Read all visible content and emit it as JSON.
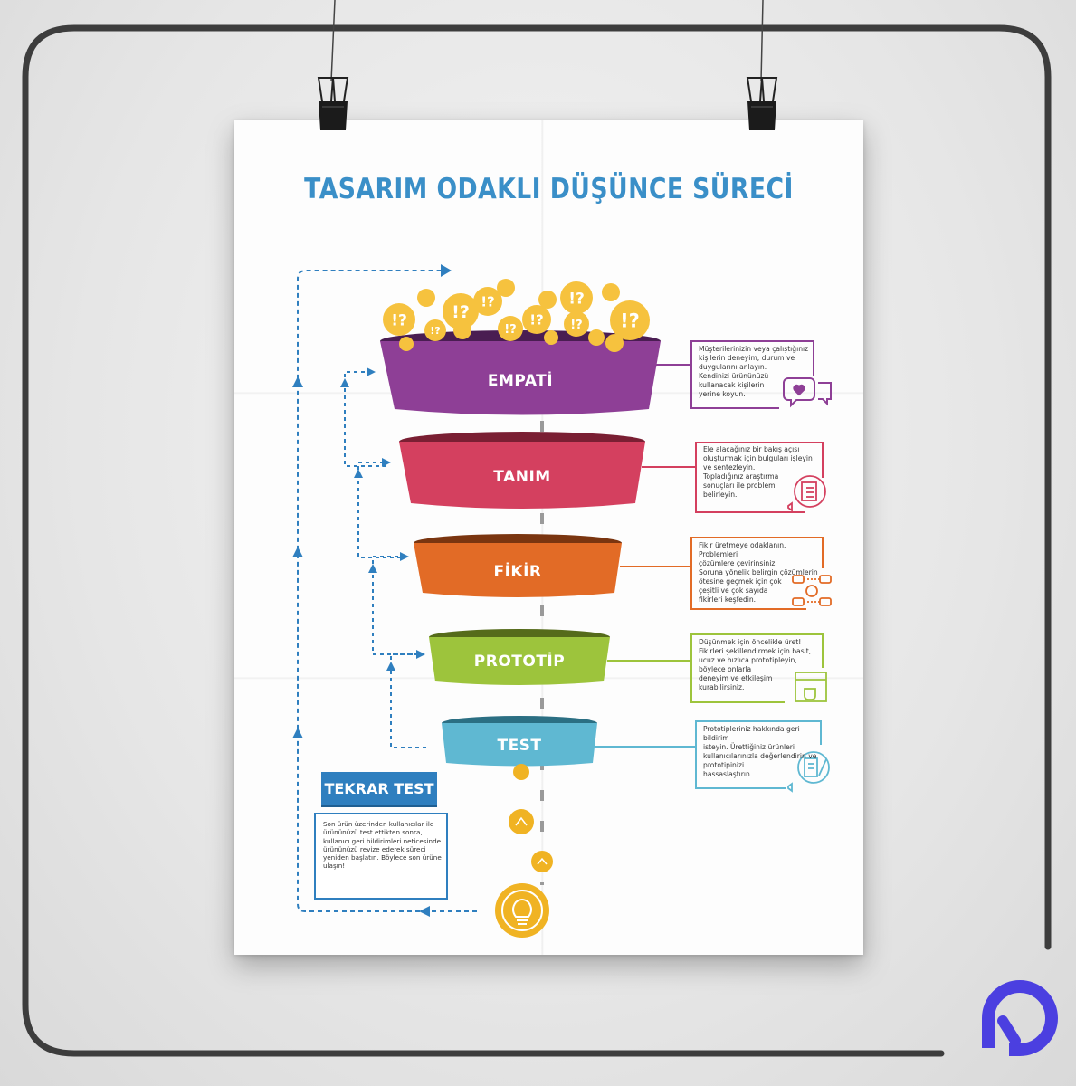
{
  "poster": {
    "title": "TASARIM ODAKLI DÜŞÜNCE SÜRECİ"
  },
  "stages": [
    {
      "label": "EMPATİ",
      "color": "#8e3f96",
      "description": "Müşterilerinizin veya çalıştığınız\nkişilerin deneyim, durum ve\nduygularını anlayın.\nKendinizi ürününüzü\nkullanacak kişilerin\nyerine koyun.",
      "icon": "chat-heart-icon"
    },
    {
      "label": "TANIM",
      "color": "#d4405f",
      "description": "Ele alacağınız bir bakış açısı\noluşturmak için bulguları işleyin\nve sentezleyin.\nTopladığınız araştırma\nsonuçları ile problem\nbelirleyin.",
      "icon": "checklist-icon"
    },
    {
      "label": "FİKİR",
      "color": "#e26b26",
      "description": "Fikir üretmeye odaklanın. Problemleri\nçözümlere çevirinsiniz.\nSoruna yönelik belirgin çözümlerin\nötesine geçmek için çok\nçeşitli ve çok sayıda\nfikirleri keşfedin.",
      "icon": "idea-network-icon"
    },
    {
      "label": "PROTOTİP",
      "color": "#9dc43c",
      "description": "Düşünmek için öncelikle üret!\nFikirleri şekillendirmek için basit,\nucuz ve hızlıca prototipleyin,\nböylece onlarla\ndeneyim ve etkileşim\nkurabilirsiniz.",
      "icon": "coffee-machine-icon"
    },
    {
      "label": "TEST",
      "color": "#5fb8d2",
      "description": "Prototipleriniz hakkında geri bildirim\nisteyin. Ürettiğiniz ürünleri\nkullanıcılarınızla değerlendirin ve\nprototipinizi\nhassaslaştırın.",
      "icon": "clipboard-pen-icon"
    }
  ],
  "retest": {
    "title": "TEKRAR TEST",
    "description": "Son ürün üzerinden kullanıcılar ile ürününüzü test ettikten sonra, kullanıcı geri bildirimleri neticesinde ürününüzü revize ederek süreci yeniden başlatın.  Böylece son ürüne ulaşın!",
    "icon": "cycle-bulb-icon"
  },
  "bubbles": {
    "glyph": "!?"
  },
  "colors": {
    "accent": "#2f7fbf",
    "bubble": "#f6c23e",
    "bulb": "#f0b323",
    "frame": "#3d3d3d",
    "logo": "#4b3fe0"
  }
}
